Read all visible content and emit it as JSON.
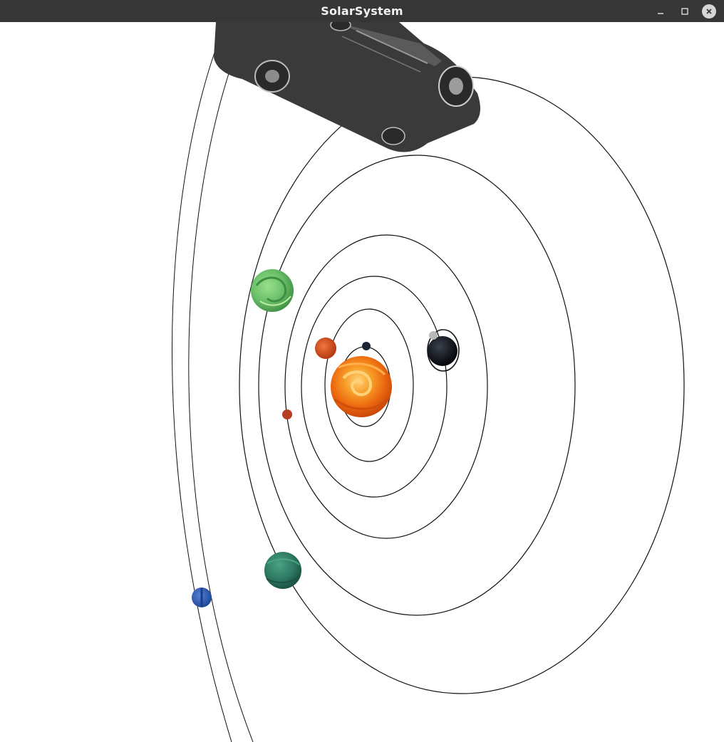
{
  "window": {
    "title": "SolarSystem",
    "controls": {
      "minimize_icon": "minimize-icon",
      "maximize_icon": "maximize-icon",
      "close_icon": "close-icon"
    }
  },
  "scene": {
    "background": "#ffffff",
    "orbit_color": "#111111",
    "sun": {
      "name": "sun",
      "colors": [
        "#f7a12a",
        "#e4560a",
        "#ffb04a"
      ]
    },
    "planets": [
      {
        "name": "mercury",
        "color": "#1c2633"
      },
      {
        "name": "venus",
        "color": "#b43e1f"
      },
      {
        "name": "earth",
        "color": "#d94a1a"
      },
      {
        "name": "mars",
        "color": "#0d1118"
      },
      {
        "name": "moon",
        "color": "#b8b8b8"
      },
      {
        "name": "jupiter",
        "color": "#6cc06a"
      },
      {
        "name": "saturn",
        "color": "#2e7a63"
      },
      {
        "name": "neptune",
        "color": "#2f5fb3"
      }
    ],
    "vehicle": {
      "name": "car-model",
      "color": "#3a3a3a"
    }
  }
}
